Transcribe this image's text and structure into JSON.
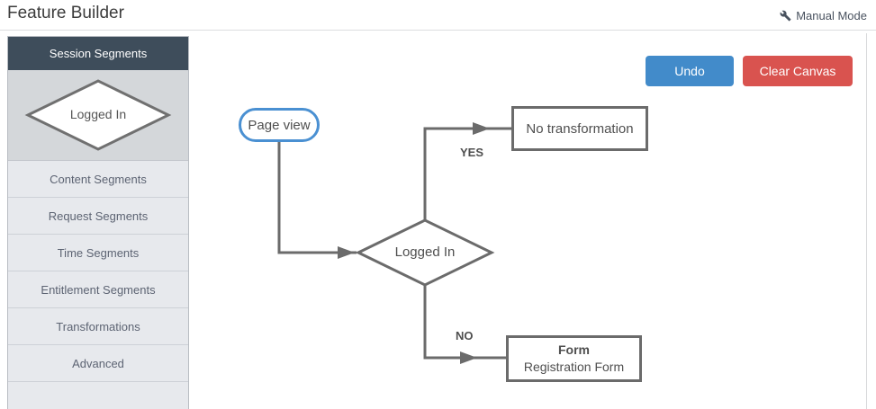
{
  "header": {
    "title": "Feature Builder",
    "mode_label": "Manual Mode",
    "mode_icon": "wrench-icon"
  },
  "sidebar": {
    "section_header": "Session Segments",
    "palette_node_label": "Logged In",
    "items": [
      {
        "label": "Content Segments"
      },
      {
        "label": "Request Segments"
      },
      {
        "label": "Time Segments"
      },
      {
        "label": "Entitlement Segments"
      },
      {
        "label": "Transformations"
      },
      {
        "label": "Advanced"
      },
      {
        "label": ""
      }
    ]
  },
  "toolbar": {
    "undo_label": "Undo",
    "clear_canvas_label": "Clear Canvas"
  },
  "canvas": {
    "start_node": "Page view",
    "decision_node": "Logged In",
    "yes_branch_label": "YES",
    "no_branch_label": "NO",
    "yes_node": "No transformation",
    "no_node_line1": "Form",
    "no_node_line2": "Registration Form"
  },
  "colors": {
    "undo_button": "#428bca",
    "clear_canvas_button": "#d9534f",
    "start_node_border": "#4a90d2",
    "connector_gray": "#6b6b6b",
    "sidebar_header_bg": "#3e4d5b",
    "sidebar_palette_bg": "#d4d7da",
    "sidebar_item_bg": "#e7e9ed"
  }
}
